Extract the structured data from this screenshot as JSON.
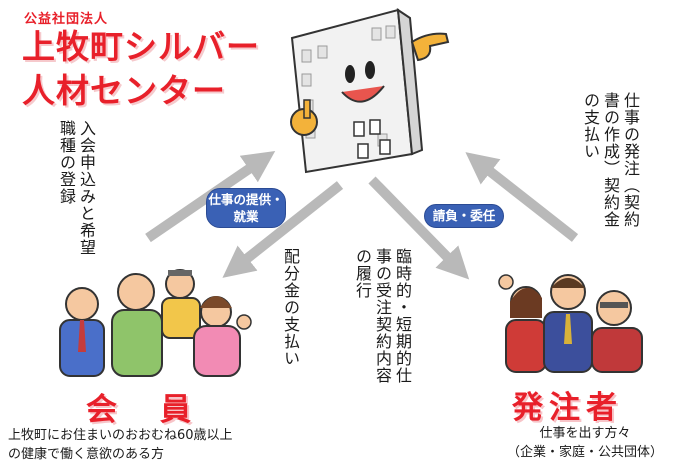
{
  "title": {
    "org_type": "公益社団法人",
    "name_line1": "上牧町シルバー",
    "name_line2": "人材センター"
  },
  "flows": {
    "member_to_center": "入会申込みと希望職種の登録",
    "center_to_member_label": "仕事の提供・就業",
    "center_to_member_text": "配分金の支払い",
    "center_to_client_text": "臨時的・短期的仕事の受注契約内容の履行",
    "client_to_center_label": "請負・委任",
    "client_to_center_text": "仕事の発注（契約書の作成）契約金の支払い"
  },
  "members": {
    "label": "会　員",
    "note_line1": "上牧町にお住まいのおおむね60歳以上",
    "note_line2": "の健康で働く意欲のある方"
  },
  "clients": {
    "label": "発注者",
    "note_line1": "仕事を出す方々",
    "note_line2": "（企業・家庭・公共団体）"
  },
  "colors": {
    "accent_red": "#e8202a",
    "pill_blue": "#3a61b5",
    "arrow_gray": "#b9b9b9"
  }
}
